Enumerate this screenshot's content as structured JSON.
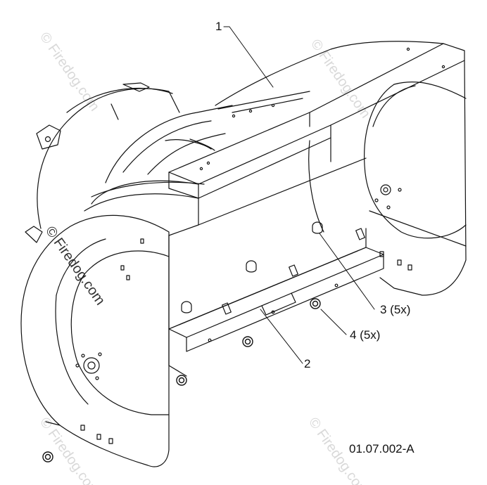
{
  "diagram": {
    "callouts": [
      {
        "id": "1",
        "text": "1"
      },
      {
        "id": "2",
        "text": "2"
      },
      {
        "id": "3",
        "text": "3 (5x)"
      },
      {
        "id": "4",
        "text": "4 (5x)"
      }
    ],
    "drawing_id": "01.07.002-A",
    "watermark": "© Firedog.com",
    "colors": {
      "line": "#111111",
      "watermark": "#d9d9d9",
      "background": "#ffffff"
    }
  }
}
